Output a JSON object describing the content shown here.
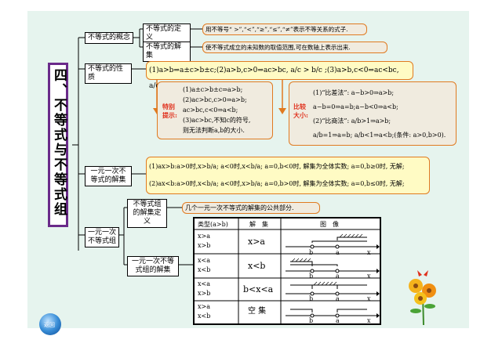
{
  "title": "四、不等式与不等式组",
  "nodes": {
    "concept": "不等式的概念",
    "definition": "不等式的定义",
    "definition_desc": "用不等号“ >”,“<”,“≥”,“≤”,“≠”表示不等关系的式子.",
    "solution_set": "不等式的解集",
    "solution_set_desc": "使不等式成立的未知数的取值范围,可在数轴上表示出来.",
    "property": "不等式的性质",
    "property_desc": "(1)a>b⇒a±c>b±c;(2)a>b,c>0⇒ac>bc, a/c > b/c ;(3)a>b,c<0⇒ac<bc, a/c < b/c .",
    "special_label": "特别提示:",
    "special_lines": [
      "(1)a±c>b±c⇒a>b;",
      "(2)ac>bc,c>0⇒a>b;",
      "ac>bc,c<0⇒a<b;",
      "(3)ac>bc,不知c的符号,",
      "则无法判断a,b的大小."
    ],
    "compare_label": "比较大小:",
    "compare_lines": [
      "(1)“比差法”: a−b>0⇒a>b;",
      "a−b=0⇒a=b;a−b<0⇒a<b;",
      "(2)“比商法”: a/b>1⇒a>b;",
      "a/b=1⇒a=b; a/b<1⇒a<b;(条件: a>0,b>0)."
    ],
    "linear_one": "一元一次不等式的解集",
    "linear_lines": [
      "(1)ax>b:a>0时,x>b/a; a<0时,x<b/a; a=0,b<0时, 解集为全体实数; a=0,b≥0时, 无解;",
      "(2)ax<b:a>0时,x<b/a; a<0时,x>b/a; a=0,b>0时, 解集为全体实数; a=0,b≤0时, 无解;"
    ],
    "system": "一元一次不等式组",
    "system_def": "不等式组的解集定义",
    "system_def_desc": "几个一元一次不等式的解集的公共部分.",
    "system_sol": "一元一次不等式组的解集"
  },
  "table": {
    "headers": [
      "类型(a>b)",
      "解　集",
      "图　像"
    ],
    "rows": [
      {
        "type": [
          "x>a",
          "x>b"
        ],
        "solution": "x>a",
        "labels": [
          "b",
          "a",
          "x"
        ]
      },
      {
        "type": [
          "x<a",
          "x<b"
        ],
        "solution": "x<b",
        "labels": [
          "b",
          "a",
          "x"
        ]
      },
      {
        "type": [
          "x<a",
          "x>b"
        ],
        "solution": "b<x<a",
        "labels": [
          "b",
          "a",
          "x"
        ]
      },
      {
        "type": [
          "x>a",
          "x<b"
        ],
        "solution": "空 集",
        "labels": [
          "b",
          "a",
          "x"
        ]
      }
    ]
  },
  "nav_label": "返回",
  "colors": {
    "background": "#e6f4ee",
    "accent_border": "#e07a20",
    "title_border": "#6a2a8a",
    "highlight_red": "#e0301c",
    "property_fill": "#fffbc4"
  }
}
